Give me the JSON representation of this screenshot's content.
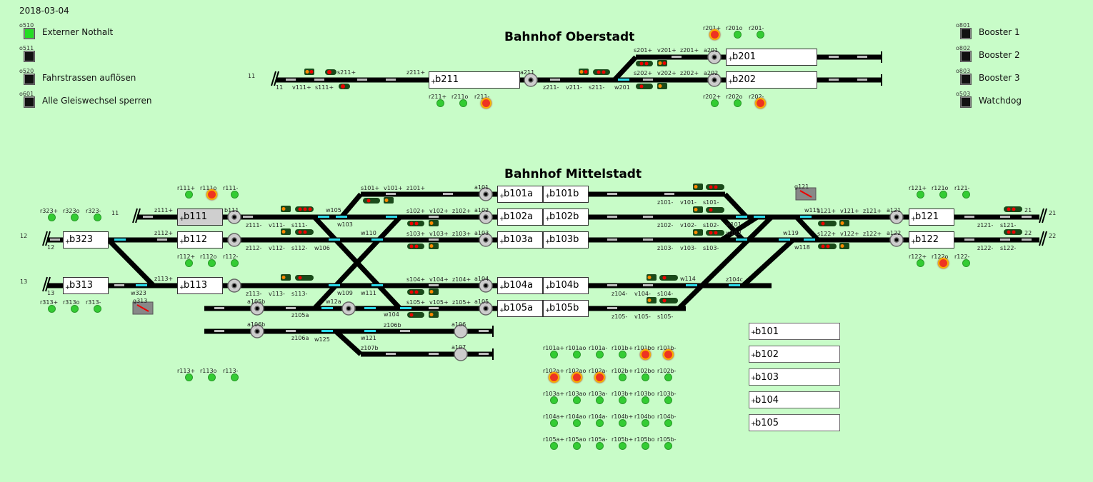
{
  "date": "2018-03-04",
  "stations": {
    "oberstadt": "Bahnhof Oberstadt",
    "mittelstadt": "Bahnhof Mittelstadt"
  },
  "controls_left": [
    {
      "tag": "o510",
      "label": "Externer Nothalt",
      "state": "green"
    },
    {
      "tag": "o511",
      "label": "",
      "state": "black"
    },
    {
      "tag": "o520",
      "label": "Fahrstrassen auflösen",
      "state": "black"
    },
    {
      "tag": "o601",
      "label": "Alle Gleiswechsel sperren",
      "state": "black"
    }
  ],
  "controls_right": [
    {
      "tag": "o801",
      "label": "Booster 1"
    },
    {
      "tag": "o802",
      "label": "Booster 2"
    },
    {
      "tag": "o803",
      "label": "Booster 3"
    },
    {
      "tag": "o503",
      "label": "Watchdog"
    }
  ],
  "blocks": {
    "b211": "b211",
    "b201": "b201",
    "b202": "b202",
    "b111": "b111",
    "b112": "b112",
    "b113": "b113",
    "b323": "b323",
    "b313": "b313",
    "b101a": "b101a",
    "b101b": "b101b",
    "b102a": "b102a",
    "b102b": "b102b",
    "b103a": "b103a",
    "b103b": "b103b",
    "b104a": "b104a",
    "b104b": "b104b",
    "b105a": "b105a",
    "b105b": "b105b",
    "b121": "b121",
    "b122": "b122"
  },
  "route_blocks": [
    "b101",
    "b102",
    "b103",
    "b104",
    "b105"
  ],
  "track_labels": {
    "t11a": "11",
    "t11b": "11",
    "t11c": "11",
    "t12a": "12",
    "t12b": "12",
    "t13a": "13",
    "t13b": "13",
    "t21a": "21",
    "t21b": "21",
    "t22a": "22",
    "t22b": "22"
  },
  "signal_labels": {
    "s211p": "s211+",
    "z211p": "z211+",
    "a211": "a211",
    "v111p": "v111+",
    "s111p": "s111+",
    "l11": "11",
    "z211m": "z211-",
    "v211m": "v211-",
    "s211m": "s211-",
    "w201": "w201",
    "s201p": "s201+",
    "v201p": "v201+",
    "z201p": "z201+",
    "a201": "a201",
    "s202p": "s202+",
    "v202p": "v202+",
    "z202p": "z202+",
    "a202": "a202",
    "r211p": "r211+",
    "r211o": "r211o",
    "r211m": "r211-",
    "r201p": "r201+",
    "r201o": "r201o",
    "r201m": "r201-",
    "r202p": "r202+",
    "r202o": "r202o",
    "r202m": "r202-",
    "r111p": "r111+",
    "r111o": "r111o",
    "r111m": "r111-",
    "r112p": "r112+",
    "r112o": "r112o",
    "r112m": "r112-",
    "r113p": "r113+",
    "r113o": "r113o",
    "r113m": "r113-",
    "r323p": "r323+",
    "r323o": "r323o",
    "r323m": "r323-",
    "r313p": "r313+",
    "r313o": "r313o",
    "r313m": "r313-",
    "r121p": "r121+",
    "r121o": "r121o",
    "r121m": "r121-",
    "r122p": "r122+",
    "r122o": "r122o",
    "r122m": "r122-",
    "z111p": "z111+",
    "z112p": "z112+",
    "z113p": "z113+",
    "w323": "w323",
    "g313": "g313",
    "g121": "g121",
    "z111m": "z111-",
    "v111m": "v111-",
    "s111m": "s111-",
    "z112m": "z112-",
    "v112m": "v112-",
    "s112m": "s112-",
    "z113m": "z113-",
    "v113m": "v113-",
    "s113m": "s113-",
    "s101p": "s101+",
    "v101p": "v101+",
    "z101p": "z101+",
    "a101": "a101",
    "s102p": "s102+",
    "v102p": "v102+",
    "z102p": "z102+",
    "a102": "a102",
    "s103p": "s103+",
    "v103p": "v103+",
    "z103p": "z103+",
    "a103": "a103",
    "s104p": "s104+",
    "v104p": "v104+",
    "z104p": "z104+",
    "a104": "a104",
    "s105p": "s105+",
    "v105p": "v105+",
    "z105p": "z105+",
    "a105": "a105",
    "a105b": "a105b",
    "a106b": "a106b",
    "a106": "a106",
    "a107": "a107",
    "z105a": "z105a",
    "z106a": "z106a",
    "z106b": "z106b",
    "z107b": "z107b",
    "w121": "w121",
    "w105": "w105",
    "w106": "w106",
    "w103": "w103",
    "w109": "w109",
    "w110": "w110",
    "w111": "w111",
    "w12a": "w12a",
    "w125": "w125",
    "w104": "w104",
    "z101m": "z101-",
    "v101m": "v101-",
    "s101m": "s101-",
    "z102m": "z102-",
    "v102m": "v102-",
    "s102m": "s102-",
    "z103m": "z103-",
    "v103m": "v103-",
    "s103m": "s103-",
    "z104m": "z104-",
    "v104m": "v104-",
    "s104m": "s104-",
    "z105m": "z105-",
    "v105m": "v105-",
    "s105m": "s105-",
    "z104c": "z104c",
    "w101": "w101",
    "w102": "w102",
    "w114": "w114",
    "w115": "w115",
    "w118": "w118",
    "w119": "w119",
    "s121p": "s121+",
    "v121p": "v121+",
    "z121p": "z121+",
    "a121": "a121",
    "s122p": "s122+",
    "v122p": "v122+",
    "z122p": "z122+",
    "a122": "a122",
    "z121m": "z121-",
    "s121m": "s121-",
    "z122m": "z122-",
    "s122m": "s122-"
  },
  "route_indicators": [
    [
      "r101a+",
      "r101ao",
      "r101a-",
      "r101b+",
      "r101bo",
      "r101b-"
    ],
    [
      "r102a+",
      "r102ao",
      "r102a-",
      "r102b+",
      "r102bo",
      "r102b-"
    ],
    [
      "r103a+",
      "r103ao",
      "r103a-",
      "r103b+",
      "r103bo",
      "r103b-"
    ],
    [
      "r104a+",
      "r104ao",
      "r104a-",
      "r104b+",
      "r104bo",
      "r104b-"
    ],
    [
      "r105a+",
      "r105ao",
      "r105a-",
      "r105b+",
      "r105bo",
      "r105b-"
    ]
  ]
}
